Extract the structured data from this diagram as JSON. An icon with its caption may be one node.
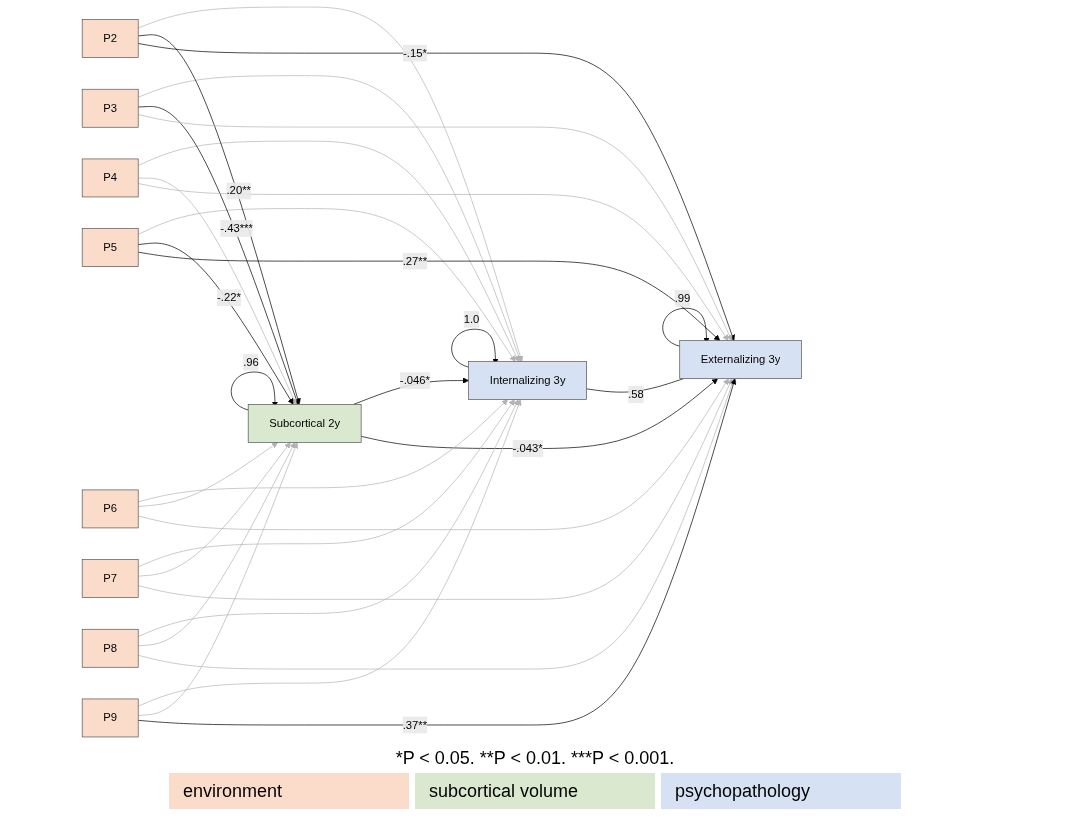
{
  "diagram": {
    "nodes": [
      {
        "text": [
          "P2"
        ]
      },
      {
        "text": [
          "P3"
        ]
      },
      {
        "text": [
          "P4"
        ]
      },
      {
        "text": [
          "P5"
        ]
      },
      {
        "text": [
          "P6"
        ]
      },
      {
        "text": [
          "P7"
        ]
      },
      {
        "text": [
          "P8"
        ]
      },
      {
        "text": [
          "P9"
        ]
      },
      {
        "text": [
          "Internalizing 3y"
        ]
      },
      {
        "text": [
          "Subcortical 2y"
        ]
      },
      {
        "text": [
          "Externalizing 3y"
        ]
      }
    ],
    "edges": [
      {
        "from": 8,
        "to": 8,
        "arrow": "to",
        "label": "1.0",
        "color": "#000000"
      },
      {
        "from": 9,
        "to": 9,
        "arrow": "to",
        "label": ".96",
        "color": "#000000"
      },
      {
        "from": 10,
        "to": 10,
        "arrow": "to",
        "label": ".99",
        "color": "#000000"
      },
      {
        "from": 9,
        "to": 8,
        "arrow": "to",
        "label": "-.046*",
        "color": "#000000"
      },
      {
        "from": 9,
        "to": 10,
        "arrow": "to",
        "label": "-.043*",
        "color": "#000000"
      },
      {
        "from": 8,
        "to": 10,
        "arrow": "none",
        "label": ".58",
        "color": "#000000"
      },
      {
        "from": 0,
        "to": 8,
        "arrow": "to"
      },
      {
        "from": 1,
        "to": 8,
        "arrow": "to"
      },
      {
        "from": 2,
        "to": 8,
        "arrow": "to"
      },
      {
        "from": 3,
        "to": 8,
        "arrow": "to"
      },
      {
        "from": 4,
        "to": 8,
        "arrow": "to"
      },
      {
        "from": 5,
        "to": 8,
        "arrow": "to"
      },
      {
        "from": 6,
        "to": 8,
        "arrow": "to"
      },
      {
        "from": 7,
        "to": 8,
        "arrow": "to"
      },
      {
        "from": 0,
        "to": 9,
        "arrow": "to",
        "label": ".20**",
        "color": "#000000"
      },
      {
        "from": 1,
        "to": 9,
        "arrow": "to",
        "label": "-.43***",
        "color": "#000000"
      },
      {
        "from": 2,
        "to": 9,
        "arrow": "to"
      },
      {
        "from": 3,
        "to": 9,
        "arrow": "to",
        "label": "-.22*",
        "color": "#000000"
      },
      {
        "from": 4,
        "to": 9,
        "arrow": "to"
      },
      {
        "from": 5,
        "to": 9,
        "arrow": "to"
      },
      {
        "from": 6,
        "to": 9,
        "arrow": "to"
      },
      {
        "from": 7,
        "to": 9,
        "arrow": "to"
      },
      {
        "from": 0,
        "to": 10,
        "arrow": "to",
        "label": "-.15*",
        "color": "#000000"
      },
      {
        "from": 1,
        "to": 10,
        "arrow": "to"
      },
      {
        "from": 2,
        "to": 10,
        "arrow": "to"
      },
      {
        "from": 3,
        "to": 10,
        "arrow": "to",
        "label": ".27**",
        "color": "#000000"
      },
      {
        "from": 4,
        "to": 10,
        "arrow": "to"
      },
      {
        "from": 5,
        "to": 10,
        "arrow": "to"
      },
      {
        "from": 6,
        "to": 10,
        "arrow": "to"
      },
      {
        "from": 7,
        "to": 10,
        "arrow": "to",
        "label": ".37**",
        "color": "#000000"
      }
    ],
    "labels": [
      "*P < 0.05. **P < 0.01. ***P < 0.001."
    ],
    "legend": [
      {
        "text": "environment",
        "color": "#fbdccb"
      },
      {
        "text": "subcortical volume",
        "color": "#d9e8cf"
      },
      {
        "text": "psychopathology",
        "color": "#d6e2f3"
      }
    ]
  }
}
